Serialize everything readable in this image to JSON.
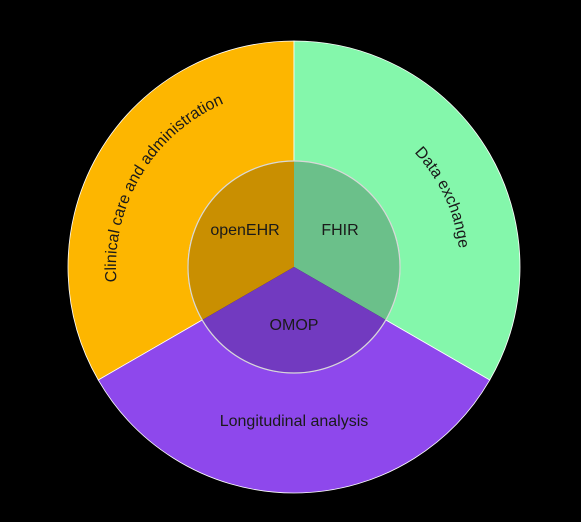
{
  "diagram": {
    "outer_ring": [
      {
        "label": "Clinical care and administration",
        "color": "#FDB600"
      },
      {
        "label": "Data exchange",
        "color": "#84F7AB"
      },
      {
        "label": "Longitudinal analysis",
        "color": "#8E48EC"
      }
    ],
    "inner_ring": [
      {
        "label": "openEHR",
        "color": "#C98F01"
      },
      {
        "label": "FHIR",
        "color": "#6BC08A"
      },
      {
        "label": "OMOP",
        "color": "#723AC0"
      }
    ],
    "background": "#000000",
    "separator_color": "#FFFFFF"
  }
}
